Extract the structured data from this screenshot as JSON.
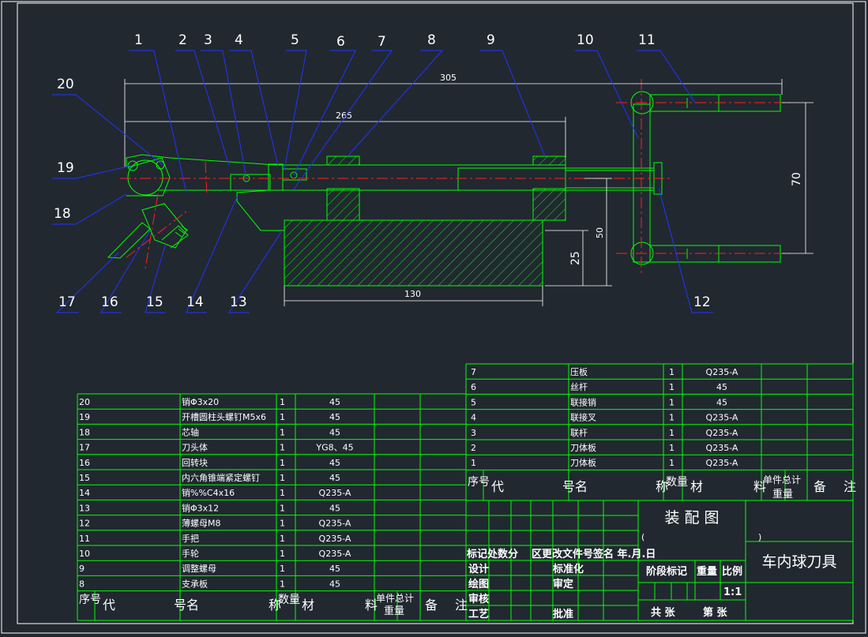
{
  "colors": {
    "background": "#212830",
    "frame": "#ffffff",
    "outline": "#00ff00",
    "leader": "#2233ff",
    "center": "#ff2020",
    "hatch": "#00ff00",
    "dimension": "#ffffff"
  },
  "callouts": [
    "1",
    "2",
    "3",
    "4",
    "5",
    "6",
    "7",
    "8",
    "9",
    "10",
    "11",
    "12",
    "13",
    "14",
    "15",
    "16",
    "17",
    "18",
    "19",
    "20"
  ],
  "dimensions": {
    "d305": "305",
    "d265": "265",
    "d130": "130",
    "d70": "70",
    "d50": "50",
    "d25": "25"
  },
  "bom_left": {
    "rows": [
      {
        "no": "20",
        "name": "销Φ3x20",
        "qty": "1",
        "material": "45"
      },
      {
        "no": "19",
        "name": "开槽圆柱头螺钉M5x6",
        "qty": "1",
        "material": "45"
      },
      {
        "no": "18",
        "name": "芯轴",
        "qty": "1",
        "material": "45"
      },
      {
        "no": "17",
        "name": "刀头体",
        "qty": "1",
        "material": "YG8、45"
      },
      {
        "no": "16",
        "name": "回转块",
        "qty": "1",
        "material": "45"
      },
      {
        "no": "15",
        "name": "内六角锥端紧定螺钉",
        "qty": "1",
        "material": "45"
      },
      {
        "no": "14",
        "name": "销%%C4x16",
        "qty": "1",
        "material": "Q235-A"
      },
      {
        "no": "13",
        "name": "销Φ3x12",
        "qty": "1",
        "material": "45"
      },
      {
        "no": "12",
        "name": "薄螺母M8",
        "qty": "1",
        "material": "Q235-A"
      },
      {
        "no": "11",
        "name": "手把",
        "qty": "1",
        "material": "Q235-A"
      },
      {
        "no": "10",
        "name": "手轮",
        "qty": "1",
        "material": "Q235-A"
      },
      {
        "no": "9",
        "name": "调整螺母",
        "qty": "1",
        "material": "45"
      },
      {
        "no": "8",
        "name": "支承板",
        "qty": "1",
        "material": "45"
      }
    ],
    "header": {
      "seq": "序号",
      "code": "代",
      "name": "号名",
      "cheng": "称",
      "qty": "数量",
      "material": "材",
      "liao": "料",
      "unit_total": "单件总计",
      "weight": "重量",
      "remark1": "备",
      "remark2": "注"
    }
  },
  "bom_right": {
    "rows": [
      {
        "no": "7",
        "name": "压板",
        "qty": "1",
        "material": "Q235-A"
      },
      {
        "no": "6",
        "name": "丝杆",
        "qty": "1",
        "material": "45"
      },
      {
        "no": "5",
        "name": "联接销",
        "qty": "1",
        "material": "45"
      },
      {
        "no": "4",
        "name": "联接叉",
        "qty": "1",
        "material": "Q235-A"
      },
      {
        "no": "3",
        "name": "联杆",
        "qty": "1",
        "material": "Q235-A"
      },
      {
        "no": "2",
        "name": "刀体板",
        "qty": "1",
        "material": "Q235-A"
      },
      {
        "no": "1",
        "name": "刀体板",
        "qty": "1",
        "material": "Q235-A"
      }
    ],
    "header": {
      "seq": "序号",
      "code": "代",
      "name": "号名",
      "cheng": "称",
      "qty": "数量",
      "material": "材",
      "liao": "料",
      "unit_total": "单件总计",
      "weight": "重量",
      "remark1": "备",
      "remark2": "注"
    }
  },
  "title_block": {
    "drawing_type": "装 配 图",
    "part_name": "车内球刀具",
    "row_marks": "标记处数分",
    "row_change": "区更改文件号签名 年.月.日",
    "design": "设计",
    "standard": "标准化",
    "drawn": "绘图",
    "review": "审定",
    "check": "审核",
    "process": "工艺",
    "approve": "批准",
    "stage_mark": "阶段标记",
    "weight": "重量",
    "scale": "比例",
    "scale_value": "1:1",
    "total_sheets": "共  张",
    "sheet_no": "第  张",
    "bracket_left": "(",
    "bracket_right": ")"
  }
}
